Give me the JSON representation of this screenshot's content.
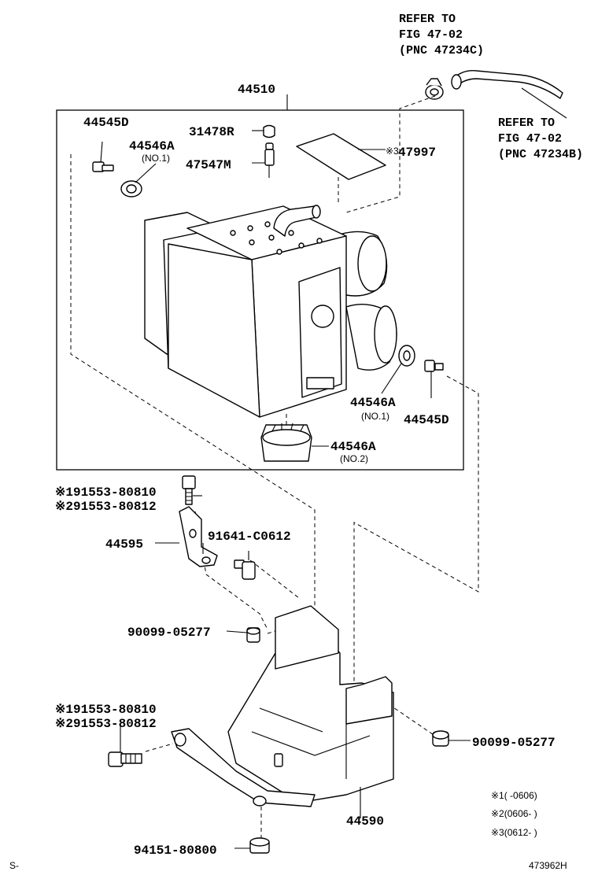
{
  "refer_top": {
    "line1": "REFER TO",
    "line2": "FIG 47-02",
    "line3": "(PNC 47234C)"
  },
  "refer_right": {
    "line1": "REFER TO",
    "line2": "FIG 47-02",
    "line3": "(PNC 47234B)"
  },
  "parts": {
    "assy": "44510",
    "p44545d_top": "44545D",
    "p31478r": "31478R",
    "p44546a_top": "44546A",
    "p44546a_top_note": "(NO.1)",
    "p47547m": "47547M",
    "p47997_mark": "※3",
    "p47997": "47997",
    "p44546a_mid": "44546A",
    "p44546a_mid_note": "(NO.1)",
    "p44545d_mid": "44545D",
    "p44546a_bot": "44546A",
    "p44546a_bot_note": "(NO.2)",
    "bolt_a1": "※191553-80810",
    "bolt_a2": "※291553-80812",
    "p44595": "44595",
    "p91641": "91641-C0612",
    "p90099_left": "90099-05277",
    "bolt_b1": "※191553-80810",
    "bolt_b2": "※291553-80812",
    "p90099_right": "90099-05277",
    "p44590": "44590",
    "p94151": "94151-80800"
  },
  "notes": {
    "n1": "※1(     -0606)",
    "n2": "※2(0606-     )",
    "n3": "※3(0612-     )"
  },
  "footer": {
    "left": "S-",
    "code": "473962H"
  }
}
